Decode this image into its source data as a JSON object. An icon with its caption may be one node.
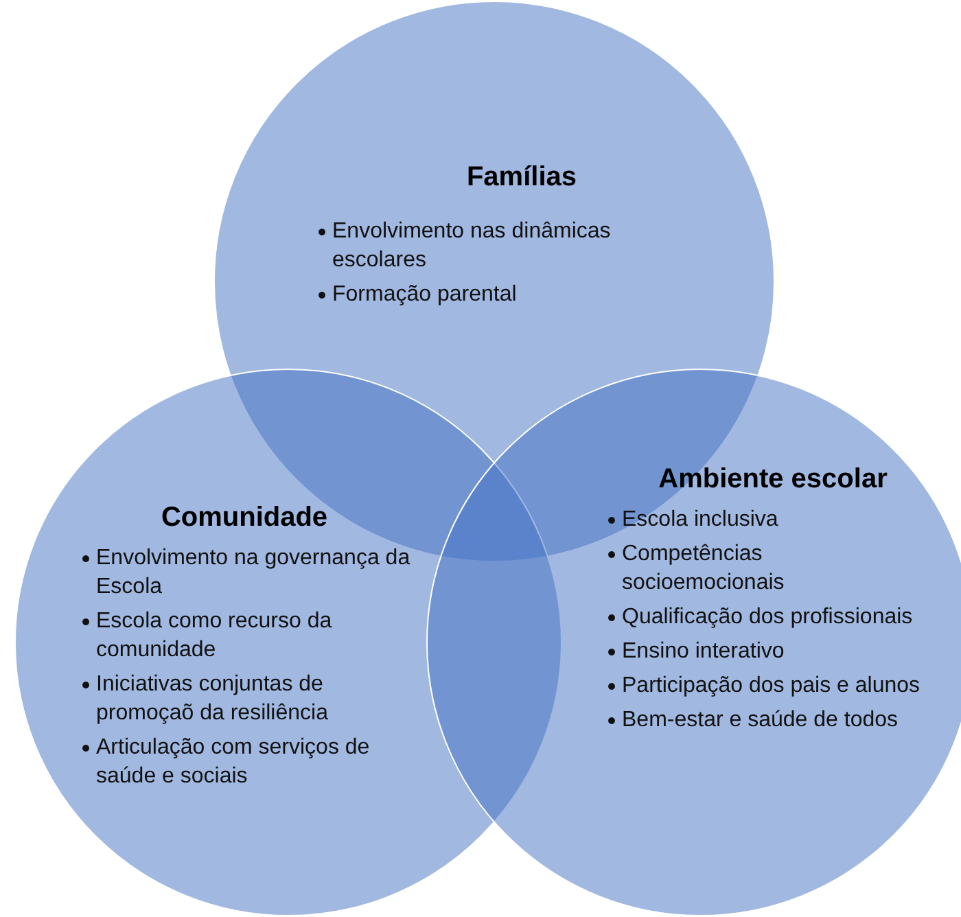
{
  "diagram": {
    "nodes": [
      {
        "text": [
          "Famílias",
          "Envolvimento nas dinâmicas escolares",
          "Formação parental"
        ]
      },
      {
        "text": [
          "Comunidade",
          "Envolvimento na governança da Escola",
          "Escola como recurso da comunidade",
          "Iniciativas conjuntas de promoçaõ da resiliência",
          "Articulação com serviços de saúde e sociais"
        ]
      },
      {
        "text": [
          "Ambiente escolar",
          "Escola inclusiva",
          "Competências socioemocionais",
          "Qualificação dos profissionais",
          "Ensino interativo",
          "Participação dos pais e alunos",
          "Bem-estar e saúde de todos"
        ]
      }
    ],
    "edges": []
  }
}
